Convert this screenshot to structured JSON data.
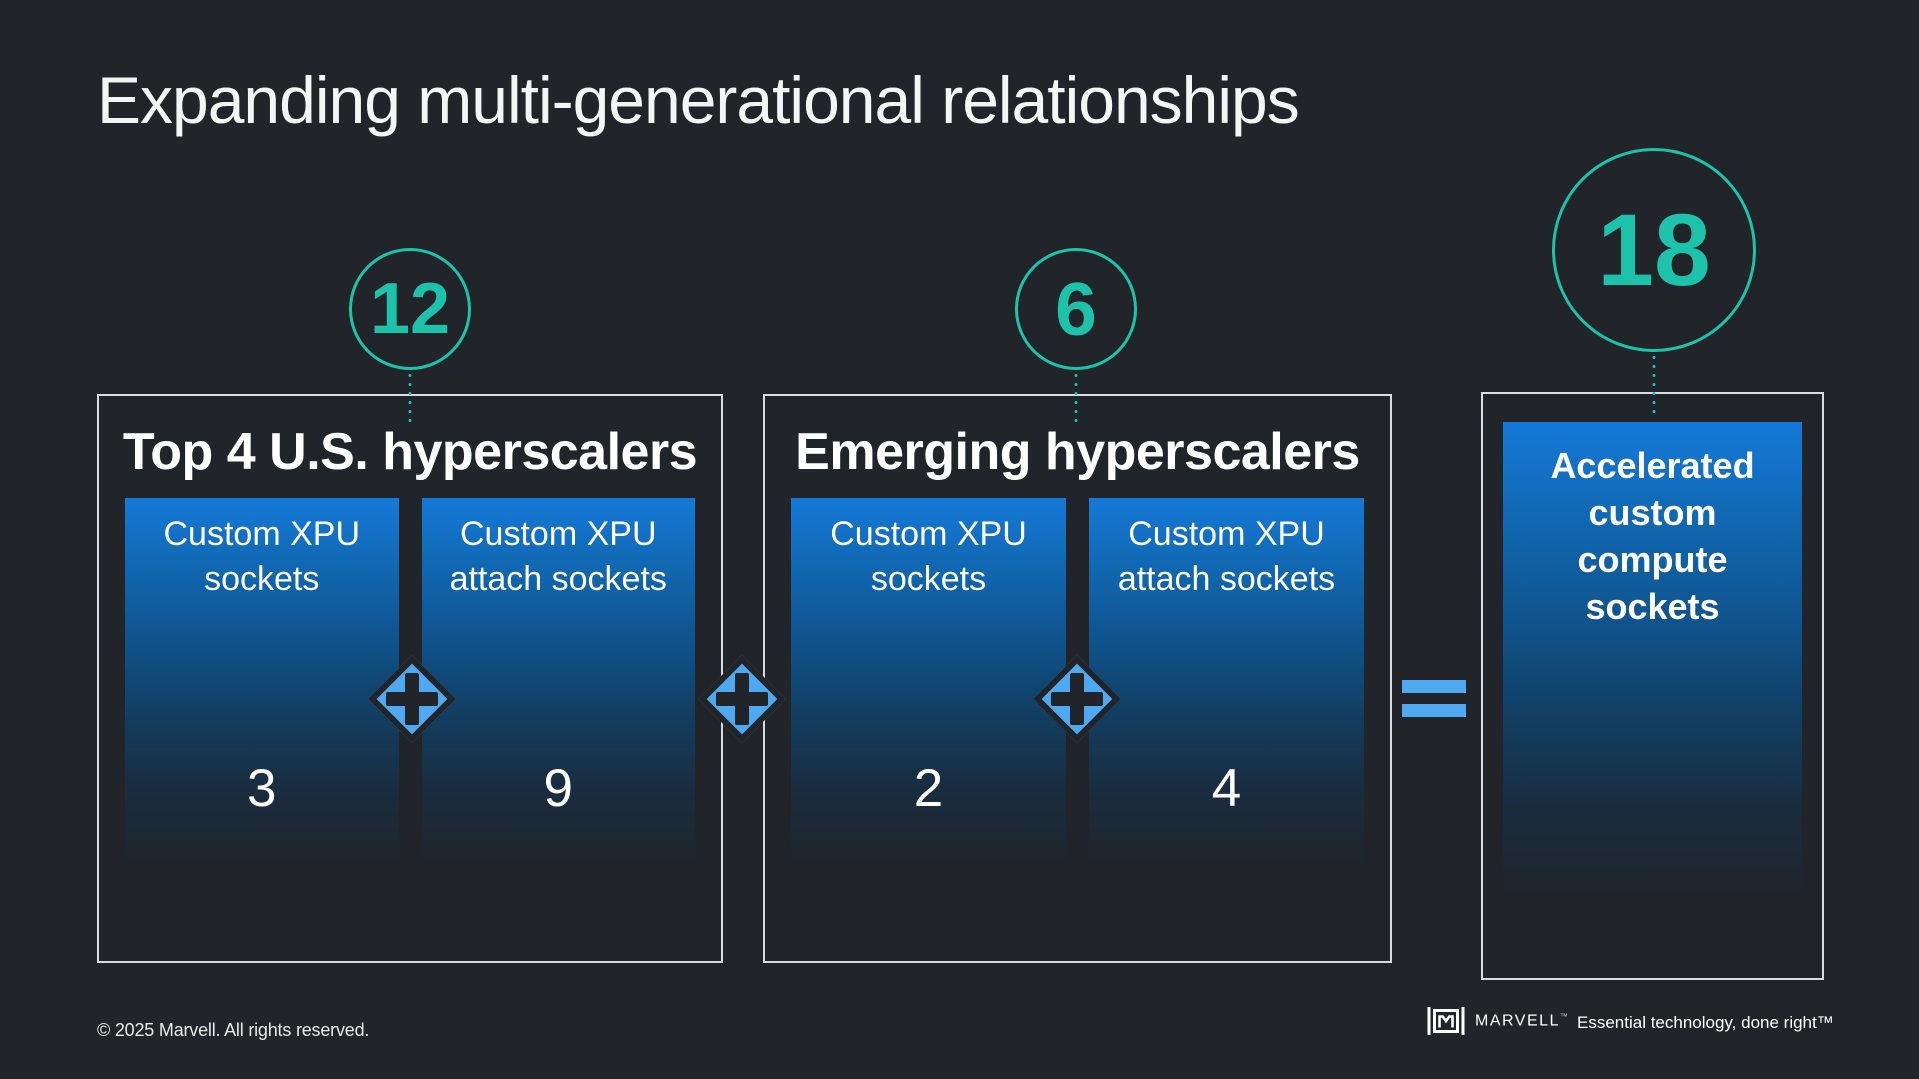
{
  "slide": {
    "title": "Expanding multi-generational relationships"
  },
  "groups": [
    {
      "badge": "12",
      "heading": "Top 4 U.S. hyperscalers",
      "cards": [
        {
          "label": "Custom XPU sockets",
          "value": "3"
        },
        {
          "label": "Custom XPU attach sockets",
          "value": "9"
        }
      ]
    },
    {
      "badge": "6",
      "heading": "Emerging hyperscalers",
      "cards": [
        {
          "label": "Custom XPU sockets",
          "value": "2"
        },
        {
          "label": "Custom XPU attach sockets",
          "value": "4"
        }
      ]
    }
  ],
  "result": {
    "badge": "18",
    "label": "Accelerated custom compute sockets"
  },
  "footer": {
    "copyright": "© 2025 Marvell. All rights reserved.",
    "brand": "MARVELL",
    "brand_mark": "™",
    "tagline": "Essential technology, done right™"
  },
  "colors": {
    "background": "#212428",
    "teal": "#1DC2AB",
    "operator_blue": "#4FA9F0",
    "card_blue_top": "#1579D8",
    "box_border": "#D9DBDC"
  }
}
